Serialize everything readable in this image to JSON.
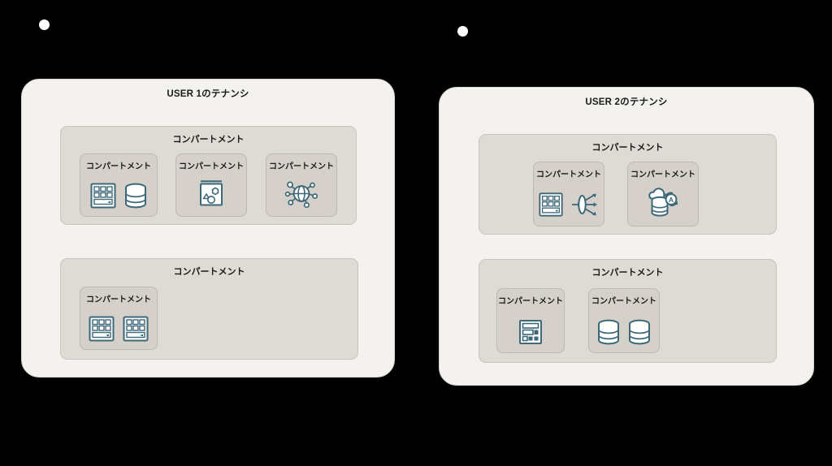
{
  "diagram": {
    "background_color": "#000000",
    "tenancy_fill": "#f4f2ef",
    "compartment_band_fill": "#dedad4",
    "compartment_card_fill": "#d5d0c9",
    "icon_stroke_color": "#3d6878"
  },
  "anchors": [
    {
      "name": "anchor-dot-left",
      "color": "#ffffff"
    },
    {
      "name": "anchor-dot-right",
      "color": "#ffffff"
    }
  ],
  "tenancies": [
    {
      "title": "USER 1のテナンシ",
      "bands": [
        {
          "title": "コンパートメント",
          "cards": [
            {
              "title": "コンパートメント",
              "icons": [
                "compute-instance-icon",
                "database-icon"
              ]
            },
            {
              "title": "コンパートメント",
              "icons": [
                "shapes-window-icon"
              ]
            },
            {
              "title": "コンパートメント",
              "icons": [
                "network-globe-icon"
              ]
            }
          ]
        },
        {
          "title": "コンパートメント",
          "cards": [
            {
              "title": "コンパートメント",
              "icons": [
                "compute-instance-icon",
                "compute-instance-icon"
              ]
            }
          ]
        }
      ]
    },
    {
      "title": "USER 2のテナンシ",
      "bands": [
        {
          "title": "コンパートメント",
          "cards": [
            {
              "title": "コンパートメント",
              "icons": [
                "compute-instance-icon",
                "load-balancer-icon"
              ]
            },
            {
              "title": "コンパートメント",
              "icons": [
                "autonomous-database-icon"
              ]
            }
          ]
        },
        {
          "title": "コンパートメント",
          "cards": [
            {
              "title": "コンパートメント",
              "icons": [
                "block-storage-panel-icon"
              ]
            },
            {
              "title": "コンパートメント",
              "icons": [
                "database-icon",
                "database-icon"
              ]
            }
          ]
        }
      ]
    }
  ]
}
